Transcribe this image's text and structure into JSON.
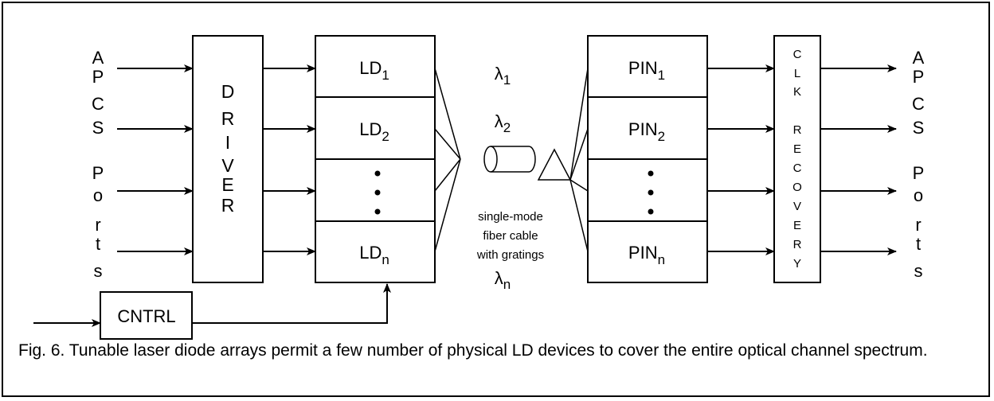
{
  "left_ports": [
    "A",
    "P",
    "C",
    "S",
    "",
    "P",
    "o",
    "r",
    "t",
    "s"
  ],
  "driver": [
    "D",
    "R",
    "I",
    "V",
    "E",
    "R"
  ],
  "ld": [
    {
      "base": "LD",
      "sub": "1"
    },
    {
      "base": "LD",
      "sub": "2"
    },
    {
      "base": "LD",
      "sub": "n"
    }
  ],
  "lambda": [
    {
      "base": "λ",
      "sub": "1"
    },
    {
      "base": "λ",
      "sub": "2"
    },
    {
      "base": "λ",
      "sub": "n"
    }
  ],
  "fiber_note": [
    "single-mode",
    "fiber cable",
    "with gratings"
  ],
  "pin": [
    {
      "base": "PIN",
      "sub": "1"
    },
    {
      "base": "PIN",
      "sub": "2"
    },
    {
      "base": "PIN",
      "sub": "n"
    }
  ],
  "clk_recovery": [
    "C",
    "L",
    "K",
    "",
    "R",
    "E",
    "C",
    "O",
    "V",
    "E",
    "R",
    "Y"
  ],
  "right_ports": [
    "A",
    "P",
    "C",
    "S",
    "",
    "P",
    "o",
    "r",
    "t",
    "s"
  ],
  "cntrl": "CNTRL",
  "caption": "Fig. 6.  Tunable laser diode arrays permit a few number of physical LD devices to cover the entire optical channel spectrum."
}
